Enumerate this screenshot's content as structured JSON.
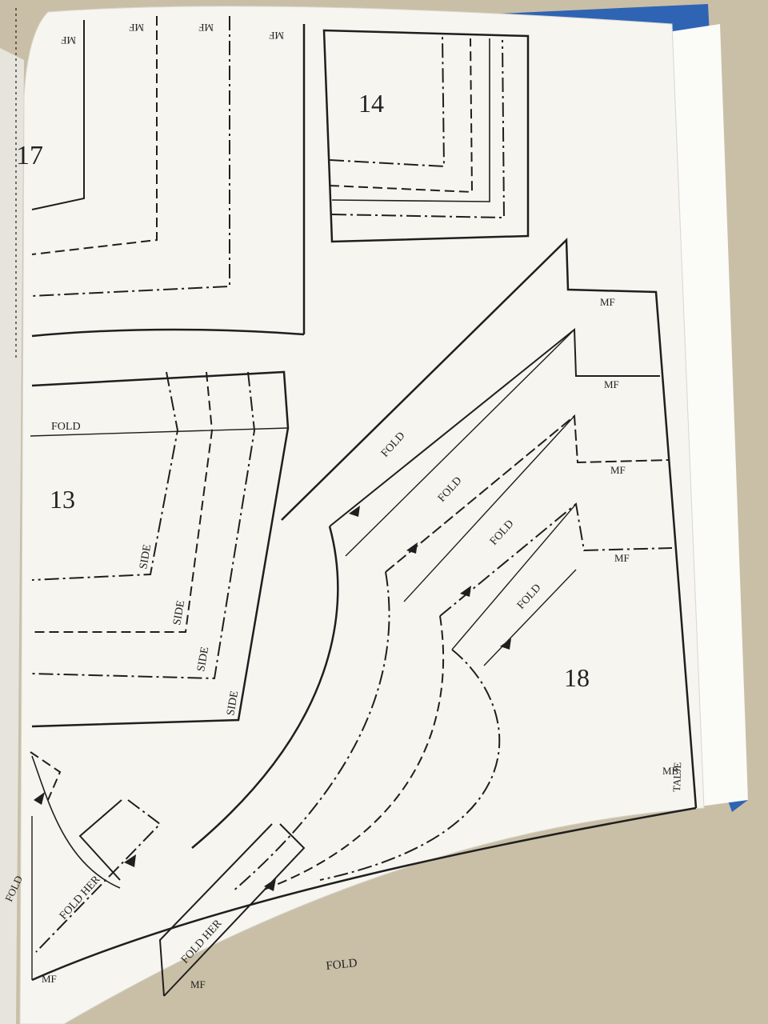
{
  "colors": {
    "paper": "#f6f5f0",
    "ink": "#1f1f1f",
    "cover": "#2f64b4",
    "background": "#c9bfa6"
  },
  "pieces": {
    "p17": {
      "number": "17",
      "mf_labels": [
        "MF",
        "MF",
        "MF",
        "MF"
      ]
    },
    "p14": {
      "number": "14"
    },
    "p13": {
      "number": "13",
      "fold": "FOLD",
      "side_labels": [
        "SIDE",
        "SIDE",
        "SIDE",
        "SIDE"
      ]
    },
    "p18": {
      "number": "18",
      "fold_labels": [
        "FOLD",
        "FOLD",
        "FOLD",
        "FOLD"
      ],
      "mf_labels": [
        "MF",
        "MF",
        "MF",
        "MF"
      ],
      "talje": "TALJE",
      "mb": "MB"
    },
    "bottom": {
      "fold": "FOLD",
      "fold_her_labels": [
        "FOLD HER",
        "FOLD HER"
      ],
      "mf_labels": [
        "MF",
        "MF"
      ],
      "left_fold_fragment": "FOLD"
    }
  }
}
